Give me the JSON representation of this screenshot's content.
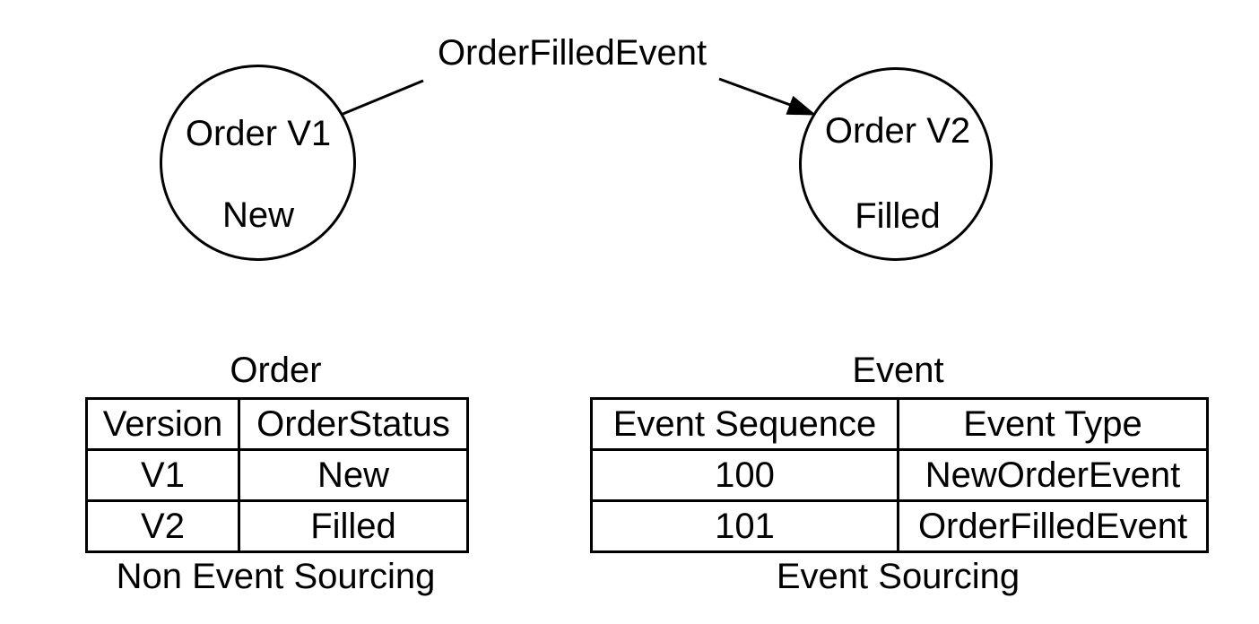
{
  "diagram": {
    "edge_label": "OrderFilledEvent",
    "nodes": [
      {
        "title": "Order V1",
        "status": "New"
      },
      {
        "title": "Order V2",
        "status": "Filled"
      }
    ]
  },
  "tables": [
    {
      "title": "Order",
      "caption": "Non Event Sourcing",
      "headers": [
        "Version",
        "OrderStatus"
      ],
      "rows": [
        [
          "V1",
          "New"
        ],
        [
          "V2",
          "Filled"
        ]
      ]
    },
    {
      "title": "Event",
      "caption": "Event Sourcing",
      "headers": [
        "Event Sequence",
        "Event Type"
      ],
      "rows": [
        [
          "100",
          "NewOrderEvent"
        ],
        [
          "101",
          "OrderFilledEvent"
        ]
      ]
    }
  ],
  "colors": {
    "ink": "#000000",
    "background": "#ffffff"
  }
}
